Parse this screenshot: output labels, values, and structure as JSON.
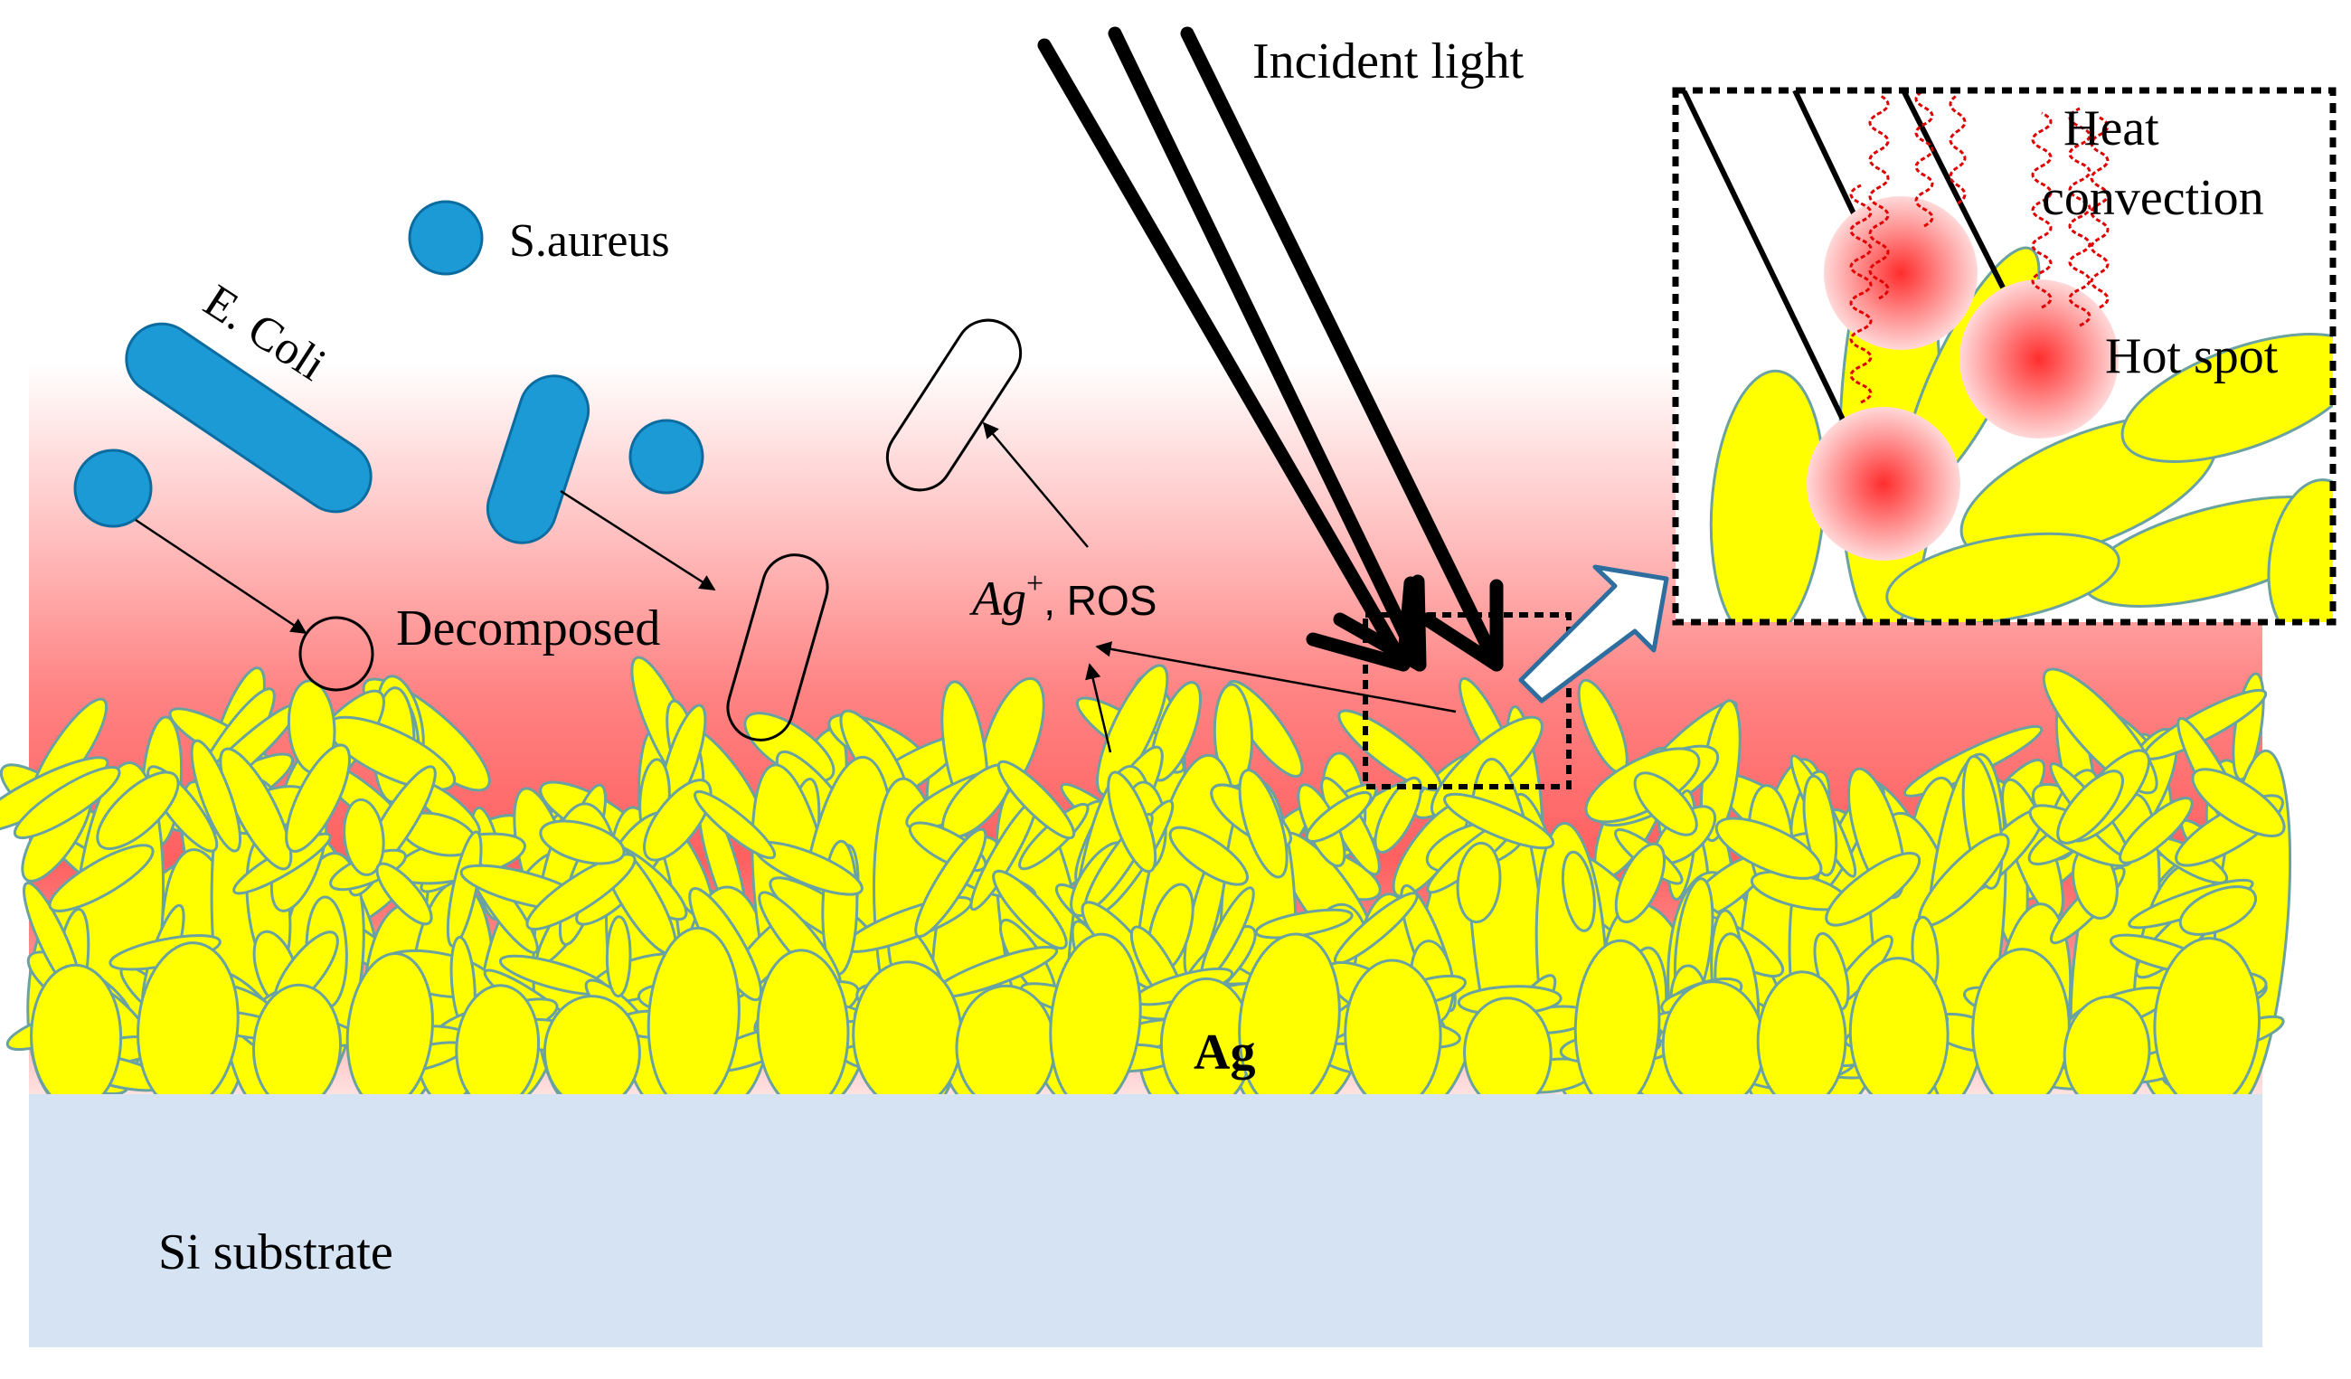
{
  "labels": {
    "incident_light": "Incident light",
    "heat_convection_line1": "Heat",
    "heat_convection_line2": "convection",
    "hot_spot": "Hot spot",
    "s_aureus": "S.aureus",
    "e_coli": "E. Coli",
    "decomposed": "Decomposed",
    "ag_ion_base": "Ag",
    "ag_ion_sup": "+",
    "ag_ion_rest": ", ROS",
    "ag": "Ag",
    "si_substrate": "Si substrate"
  },
  "colors": {
    "bacteria_fill": "#1b9ad6",
    "bacteria_stroke": "#0c6ca0",
    "nanostructure_fill": "#ffff00",
    "nanostructure_stroke": "#6aa1a1",
    "heat_gradient": "#ff5a5a",
    "substrate": "#d6e3f2",
    "hot_spot": "#ff3b3b",
    "convection_wave": "#e00000",
    "zoom_arrow_stroke": "#2d6e9e"
  },
  "icons": {
    "light_arrows": "arrow-down-right-icon",
    "zoom_arrow": "block-arrow-up-right-icon"
  }
}
